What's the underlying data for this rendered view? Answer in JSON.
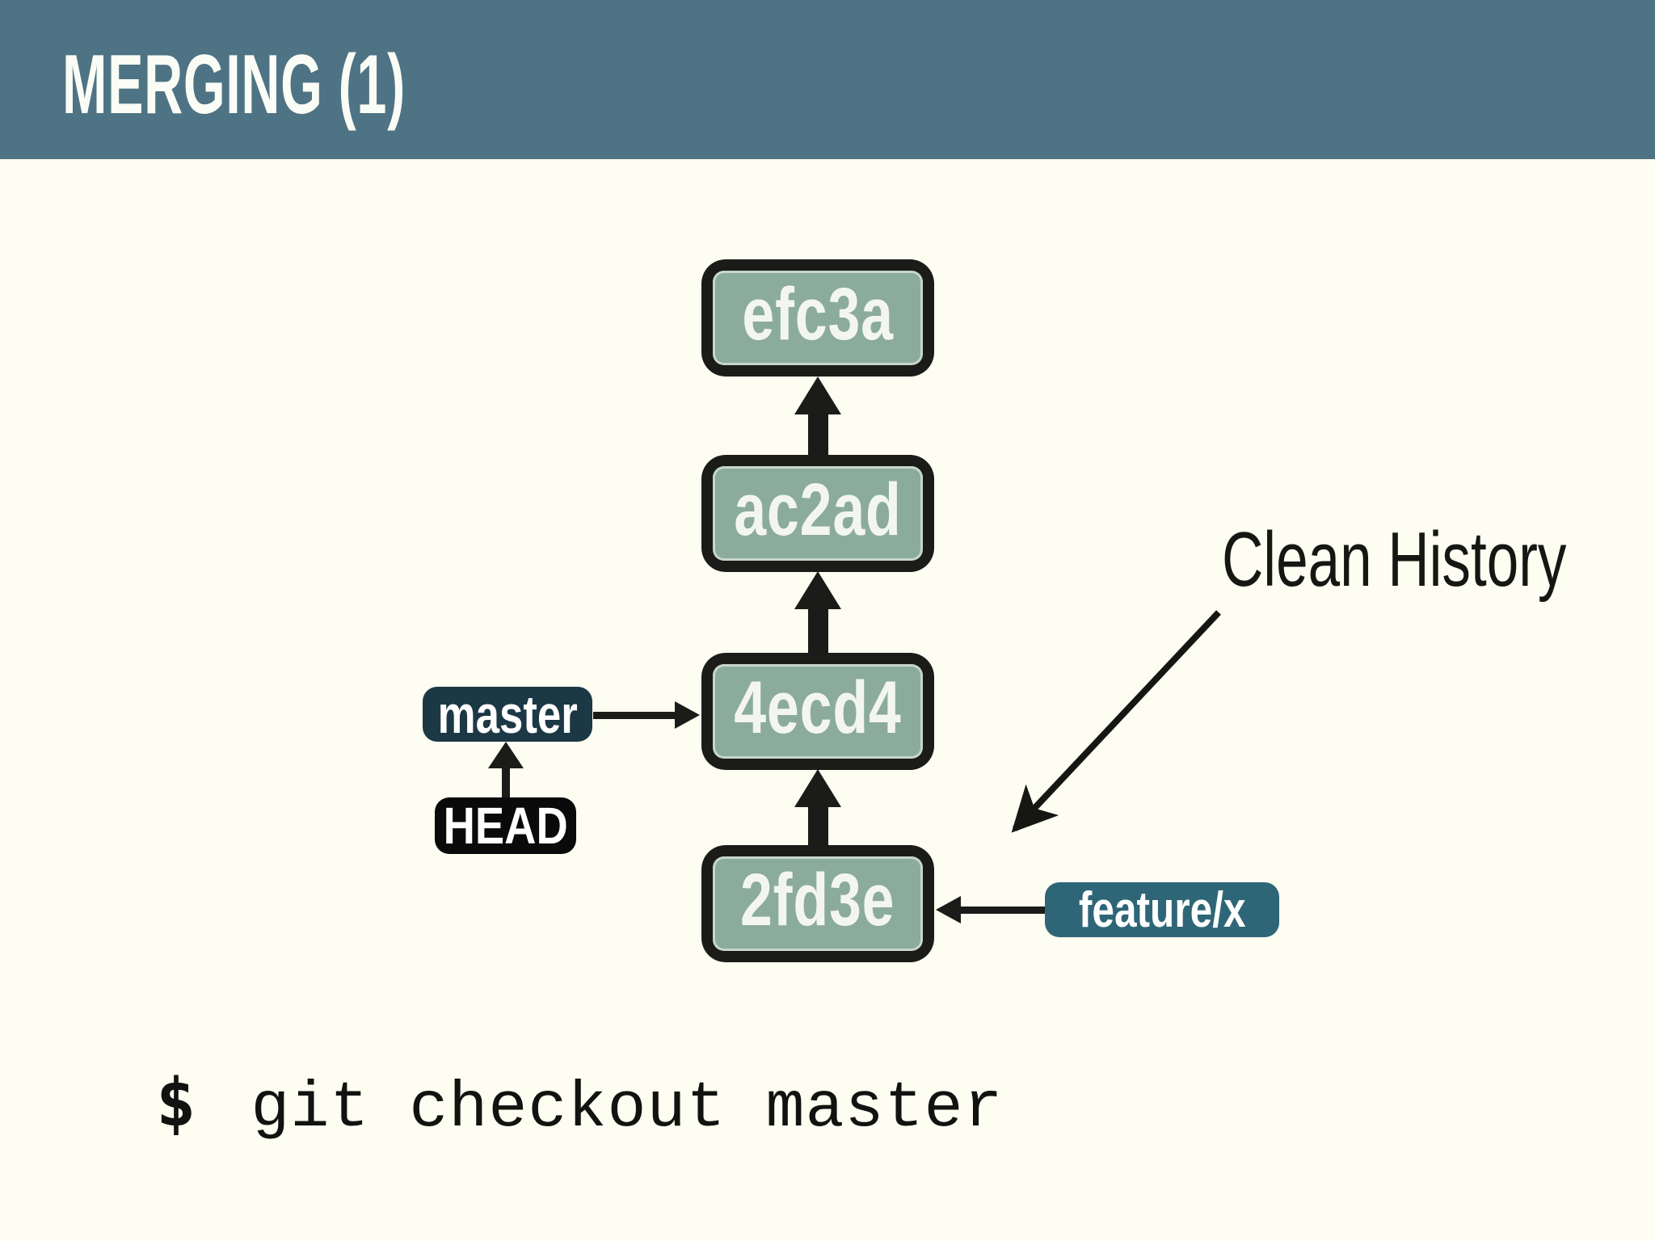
{
  "header": {
    "title": "MERGING (1)",
    "bg_color": "#4e7384",
    "text_color": "#fafcf6"
  },
  "canvas": {
    "bg_color": "#fdfdf1"
  },
  "diagram": {
    "commits": [
      {
        "id": "efc3a"
      },
      {
        "id": "ac2ad"
      },
      {
        "id": "4ecd4"
      },
      {
        "id": "2fd3e"
      }
    ],
    "commit_order_note": "arrows point from child commit up to parent commit",
    "node_fill_color": "#8bab9d",
    "node_border_color": "#1b1b19",
    "refs": {
      "master": {
        "label": "master",
        "bg_color": "#1c3845",
        "points_to": "4ecd4"
      },
      "head": {
        "label": "HEAD",
        "bg_color": "#0a0a0a",
        "points_to": "master"
      },
      "feature": {
        "label": "feature/x",
        "bg_color": "#2e6677",
        "points_to": "2fd3e"
      }
    },
    "annotation": {
      "text": "Clean History"
    }
  },
  "terminal": {
    "prompt": "$",
    "command": "git checkout master"
  }
}
